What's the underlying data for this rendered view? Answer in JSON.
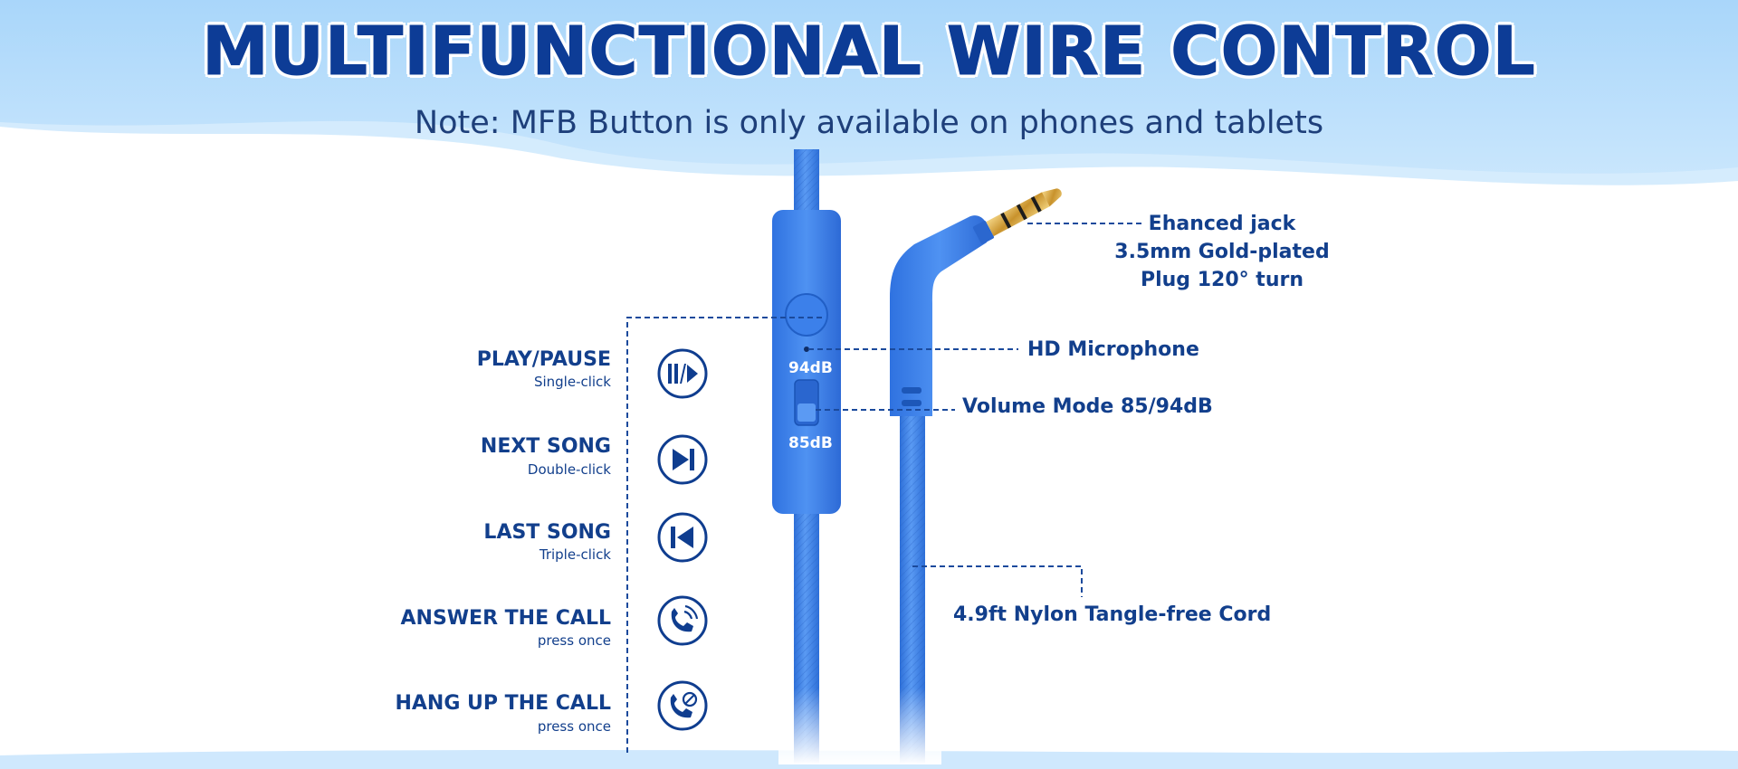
{
  "header": {
    "title": "MULTIFUNCTIONAL WIRE CONTROL",
    "note": "Note: MFB Button is only available on phones and tablets"
  },
  "controls": [
    {
      "label": "PLAY/PAUSE",
      "action": "Single-click",
      "icon": "play-pause-icon"
    },
    {
      "label": "NEXT SONG",
      "action": "Double-click",
      "icon": "next-song-icon"
    },
    {
      "label": "LAST SONG",
      "action": "Triple-click",
      "icon": "last-song-icon"
    },
    {
      "label": "ANSWER THE CALL",
      "action": "press once",
      "icon": "answer-call-icon"
    },
    {
      "label": "HANG UP THE CALL",
      "action": "press once",
      "icon": "hang-up-call-icon"
    }
  ],
  "volume_switch": {
    "high": "94dB",
    "low": "85dB"
  },
  "features": {
    "jack": [
      "Ehanced jack",
      "3.5mm Gold-plated",
      "Plug 120° turn"
    ],
    "microphone": "HD Microphone",
    "volume_mode": "Volume Mode 85/94dB",
    "cord": "4.9ft Nylon Tangle-free Cord"
  },
  "colors": {
    "title": "#0d3c96",
    "text": "#123f8c",
    "cable": "#3f84ea",
    "sky": "#bfe0fb",
    "gold": "#d4a43a"
  }
}
